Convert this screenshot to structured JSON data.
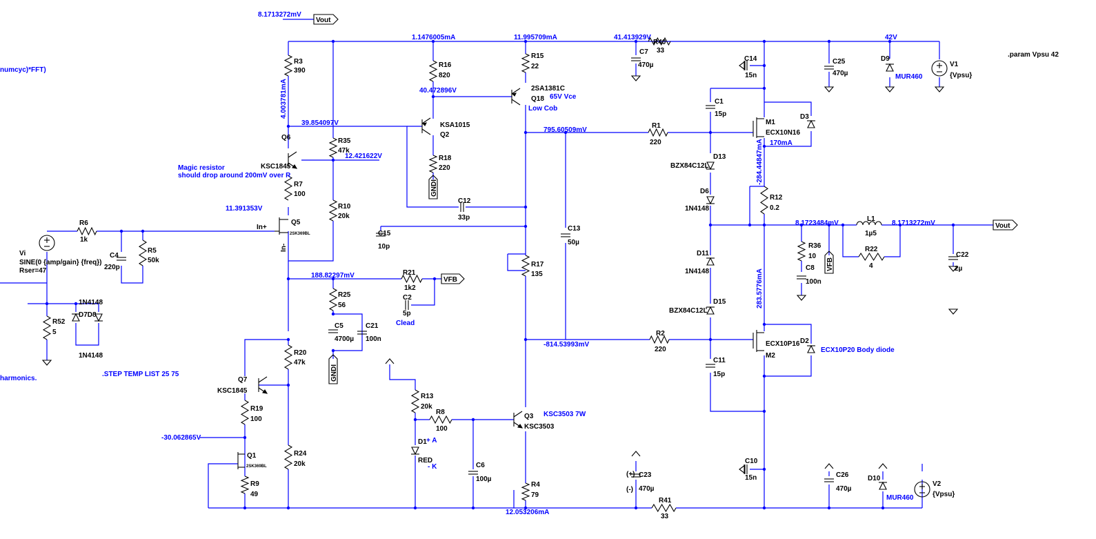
{
  "colors": {
    "wire": "#0000ff",
    "component": "#000000",
    "background": "#ffffff",
    "annotation": "#0000ff"
  },
  "flags": {
    "vout_top": "Vout",
    "vout_right": "Vout",
    "vfb_r21": "VFB",
    "vfb_r36": "VFB",
    "gndi_r18": "GNDI",
    "gndi_c5": "GNDI"
  },
  "directives": {
    "param": ".param Vpsu 42",
    "step": ".STEP TEMP LIST 25 75",
    "fft": "numcyc)*FFT)",
    "harmonics": "harmonics."
  },
  "annotations": {
    "magic1": "Magic resistor",
    "magic2": "should drop around 200mV over R",
    "q18_vce": "65V Vce",
    "q18_lowcob": "Low Cob",
    "q3_power": "KSC3503 7W",
    "clead": "Clead",
    "d1_plus": "+ A",
    "d1_minus": "- K",
    "c23_plus": "(+)",
    "c23_minus": "(-)",
    "d2_note": "ECX10P20 Body diode",
    "in_plus": "In+",
    "in_minus": "In-"
  },
  "probes": {
    "vout_top": "8.1713272mV",
    "top_rail_a": "1.1476005mA",
    "top_rail_b": "11.995709mA",
    "top_rail_c": "41.413929V",
    "v42": "42V",
    "q6_current": "4.003781mA",
    "q2_base": "39.854097V",
    "q18_base": "40.472896V",
    "q6_emitter_node": "12.421622V",
    "q5_drain": "11.391353V",
    "upper_bias": "795.60509mV",
    "m1_current": "170mA",
    "m1_drain_current": "-284.44847mA",
    "out_node": "8.1723484mV",
    "out_after_l1": "8.1713272mV",
    "r25_node": "188.82297mV",
    "m2_current": "283.5776mA",
    "lower_bias": "-814.53993mV",
    "q7_base": "-30.062865V",
    "bottom_current": "12.053206mA"
  },
  "components": {
    "R3": {
      "name": "R3",
      "value": "390"
    },
    "R35": {
      "name": "R35",
      "value": "47k"
    },
    "R7": {
      "name": "R7",
      "value": "100"
    },
    "R10": {
      "name": "R10",
      "value": "20k"
    },
    "R16": {
      "name": "R16",
      "value": "820"
    },
    "R18": {
      "name": "R18",
      "value": "220"
    },
    "R15": {
      "name": "R15",
      "value": "22"
    },
    "R40": {
      "name": "R40",
      "value": "33"
    },
    "R1": {
      "name": "R1",
      "value": "220"
    },
    "R2": {
      "name": "R2",
      "value": "220"
    },
    "R12": {
      "name": "R12",
      "value": "0.2"
    },
    "R36": {
      "name": "R36",
      "value": "10"
    },
    "R22": {
      "name": "R22",
      "value": "4"
    },
    "R17": {
      "name": "R17",
      "value": "135"
    },
    "R21": {
      "name": "R21",
      "value": "1k2"
    },
    "R25": {
      "name": "R25",
      "value": "56"
    },
    "R20": {
      "name": "R20",
      "value": "47k"
    },
    "R19": {
      "name": "R19",
      "value": "100"
    },
    "R9": {
      "name": "R9",
      "value": "49"
    },
    "R24": {
      "name": "R24",
      "value": "20k"
    },
    "R13": {
      "name": "R13",
      "value": "20k"
    },
    "R8": {
      "name": "R8",
      "value": "100"
    },
    "R4": {
      "name": "R4",
      "value": "79"
    },
    "R41": {
      "name": "R41",
      "value": "33"
    },
    "R6": {
      "name": "R6",
      "value": "1k"
    },
    "R5": {
      "name": "R5",
      "value": "50k"
    },
    "R52": {
      "name": "R52",
      "value": "5"
    },
    "C7": {
      "name": "C7",
      "value": "470µ"
    },
    "C14": {
      "name": "C14",
      "value": "15n"
    },
    "C25": {
      "name": "C25",
      "value": "470µ"
    },
    "C1": {
      "name": "C1",
      "value": "15p"
    },
    "C12": {
      "name": "C12",
      "value": "33p"
    },
    "C15": {
      "name": "C15",
      "value": "10p"
    },
    "C13": {
      "name": "C13",
      "value": "50µ"
    },
    "C8": {
      "name": "C8",
      "value": "100n"
    },
    "C22": {
      "name": "C22",
      "value": "2µ"
    },
    "C2": {
      "name": "C2",
      "value": "5p"
    },
    "C5": {
      "name": "C5",
      "value": "4700µ"
    },
    "C21": {
      "name": "C21",
      "value": "100n"
    },
    "C11": {
      "name": "C11",
      "value": "15p"
    },
    "C6": {
      "name": "C6",
      "value": "100µ"
    },
    "C23": {
      "name": "C23",
      "value": "470µ"
    },
    "C10": {
      "name": "C10",
      "value": "15n"
    },
    "C26": {
      "name": "C26",
      "value": "470µ"
    },
    "C4": {
      "name": "C4",
      "value": "220p"
    },
    "L1": {
      "name": "L1",
      "value": "1µ5"
    },
    "Q6": {
      "name": "Q6",
      "model": "KSC1845"
    },
    "Q5": {
      "name": "Q5",
      "model": "2SK369BL"
    },
    "Q2": {
      "name": "Q2",
      "model": "KSA1015"
    },
    "Q18": {
      "name": "Q18",
      "model": "2SA1381C"
    },
    "Q7": {
      "name": "Q7",
      "model": "KSC1845"
    },
    "Q1": {
      "name": "Q1",
      "model": "2SK369BL"
    },
    "Q3": {
      "name": "Q3",
      "model": "KSC3503"
    },
    "M1": {
      "name": "M1",
      "model": "ECX10N16"
    },
    "M2": {
      "name": "M2",
      "model": "ECX10P16"
    },
    "D3": {
      "name": "D3"
    },
    "D2": {
      "name": "D2"
    },
    "D13": {
      "name": "D13",
      "model": "BZX84C12L"
    },
    "D6": {
      "name": "D6",
      "model": "1N4148"
    },
    "D11": {
      "name": "D11",
      "model": "1N4148"
    },
    "D15": {
      "name": "D15",
      "model": "BZX84C12L"
    },
    "D9": {
      "name": "D9",
      "model": "MUR460"
    },
    "D10": {
      "name": "D10",
      "model": "MUR460"
    },
    "D1": {
      "name": "D1",
      "model": "RED"
    },
    "D7D8": {
      "name": "D7D8",
      "model_top": "1N4148",
      "model_bottom": "1N4148"
    },
    "V1": {
      "name": "V1",
      "value": "{Vpsu}"
    },
    "V2": {
      "name": "V2",
      "value": "{Vpsu}"
    },
    "Vi": {
      "name": "Vi",
      "line1": "SINE(0 {amp/gain} {freq})",
      "line2": "Rser=47"
    }
  }
}
